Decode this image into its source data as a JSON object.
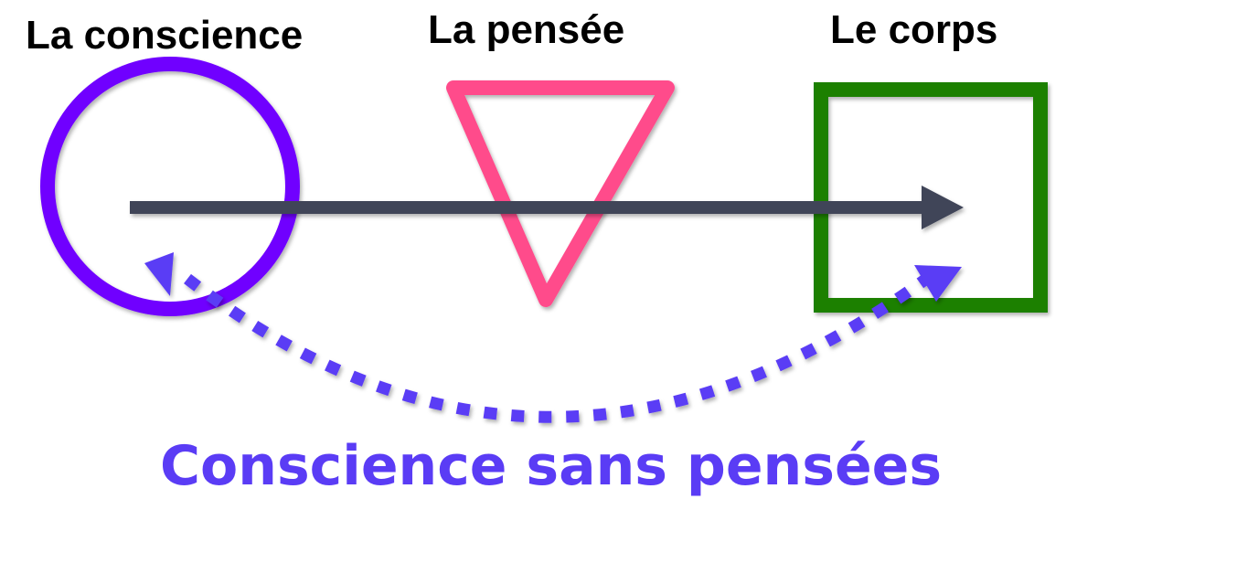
{
  "labels": {
    "consciousness": "La conscience",
    "thought": "La pensée",
    "body": "Le corps"
  },
  "caption": "Conscience sans pensées",
  "colors": {
    "circle": "#7000ff",
    "triangle": "#ff4c8b",
    "square": "#1a8000",
    "arrow": "#3f4459",
    "dotted": "#5a3cf5"
  }
}
